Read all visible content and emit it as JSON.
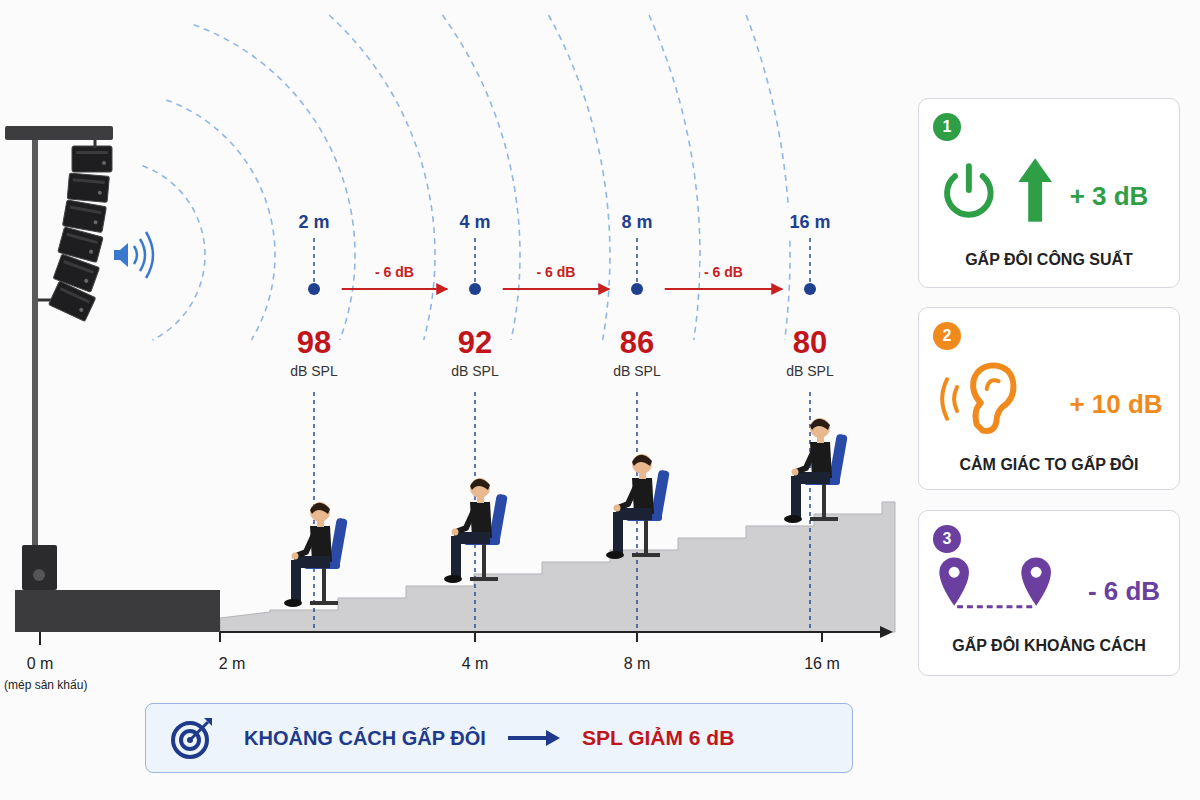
{
  "diagram": {
    "nodes": [
      {
        "text": [
          "2 m",
          "98",
          "dB SPL"
        ]
      },
      {
        "text": [
          "4 m",
          "92",
          "dB SPL"
        ]
      },
      {
        "text": [
          "8 m",
          "86",
          "dB SPL"
        ]
      },
      {
        "text": [
          "16 m",
          "80",
          "dB SPL"
        ]
      },
      {
        "text": [
          "+ 3 dB",
          "GẤP ĐÔI CÔNG SUẤT"
        ]
      },
      {
        "text": [
          "1"
        ],
        "in": 4
      },
      {
        "text": [
          "+ 10 dB",
          "CẢM GIÁC TO GẤP ĐÔI"
        ]
      },
      {
        "text": [
          "2"
        ],
        "in": 6
      },
      {
        "text": [
          "- 6 dB",
          "GẤP ĐÔI KHOẢNG CÁCH"
        ]
      },
      {
        "text": [
          "3"
        ],
        "in": 8
      },
      {
        "text": [
          "KHOẢNG CÁCH GẤP ĐÔI",
          "SPL GIẢM 6 dB"
        ]
      }
    ],
    "edges": [
      {
        "from": 0,
        "to": 1,
        "arrow": "to",
        "label": "- 6 dB"
      },
      {
        "from": 1,
        "to": 2,
        "arrow": "to",
        "label": "- 6 dB"
      },
      {
        "from": 2,
        "to": 3,
        "arrow": "to",
        "label": "- 6 dB"
      }
    ],
    "labels": [
      "0 m",
      "(mép sân khấu)",
      "2 m",
      "4 m",
      "8 m",
      "16 m"
    ]
  }
}
